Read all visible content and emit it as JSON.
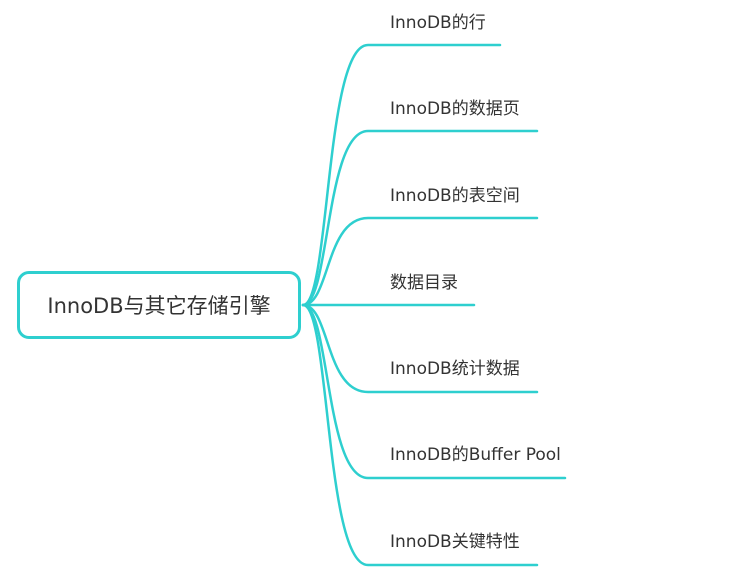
{
  "colors": {
    "branch_line": "#2ecfcf",
    "root_border": "#2ecfcf",
    "text": "#333333"
  },
  "root": {
    "label": "InnoDB与其它存储引擎"
  },
  "branches": [
    {
      "label": "InnoDB的行"
    },
    {
      "label": "InnoDB的数据页"
    },
    {
      "label": "InnoDB的表空间"
    },
    {
      "label": "数据目录"
    },
    {
      "label": "InnoDB统计数据"
    },
    {
      "label": "InnoDB的Buffer Pool"
    },
    {
      "label": "InnoDB关键特性"
    }
  ]
}
